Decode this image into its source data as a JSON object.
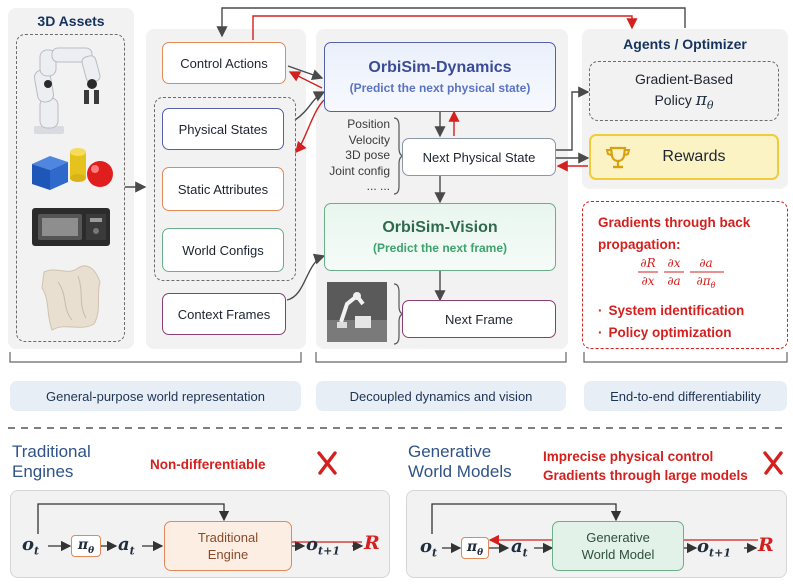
{
  "panels": {
    "assets_title": "3D Assets",
    "agents_title": "Agents / Optimizer"
  },
  "inputs": {
    "control_actions": "Control Actions",
    "physical_states": "Physical States",
    "static_attributes": "Static Attributes",
    "world_configs": "World Configs",
    "context_frames": "Context Frames"
  },
  "dynamics": {
    "title": "OrbiSim-Dynamics",
    "subtitle": "(Predict the next physical state)",
    "next_state": "Next Physical State",
    "state_items": [
      "Position",
      "Velocity",
      "3D pose",
      "Joint config",
      "... ..."
    ]
  },
  "vision": {
    "title": "OrbiSim-Vision",
    "subtitle": "(Predict the next frame)",
    "next_frame": "Next Frame"
  },
  "agents": {
    "policy_line1": "Gradient-Based",
    "policy_line2": "Policy",
    "policy_symbol": "π",
    "policy_sub": "θ",
    "rewards": "Rewards"
  },
  "gradients": {
    "title_line1": "Gradients through back",
    "title_line2": "propagation:",
    "formula": "∂R/∂x · ∂x/∂a · ∂a/∂π_θ",
    "bullets": [
      "System identification",
      "Policy optimization"
    ]
  },
  "captions": {
    "left": "General-purpose world representation",
    "middle": "Decoupled dynamics and vision",
    "right": "End-to-end differentiability"
  },
  "traditional": {
    "title_line1": "Traditional",
    "title_line2": "Engines",
    "tag": "Non-differentiable",
    "engine_line1": "Traditional",
    "engine_line2": "Engine"
  },
  "generative": {
    "title_line1": "Generative",
    "title_line2": "World Models",
    "tag_line1": "Imprecise physical control",
    "tag_line2": "Gradients through large models",
    "model_line1": "Generative",
    "model_line2": "World Model"
  },
  "math": {
    "o": "o",
    "t": "t",
    "t1": "t+1",
    "pi": "π",
    "theta": "θ",
    "a": "a",
    "R": "R"
  },
  "colors": {
    "accent_red": "#d4201e",
    "dynamics_blue": "#5561a6",
    "vision_green": "#69b08a",
    "rewards_yellow": "#f5d24a",
    "panel_gray": "#f2f2f2"
  }
}
